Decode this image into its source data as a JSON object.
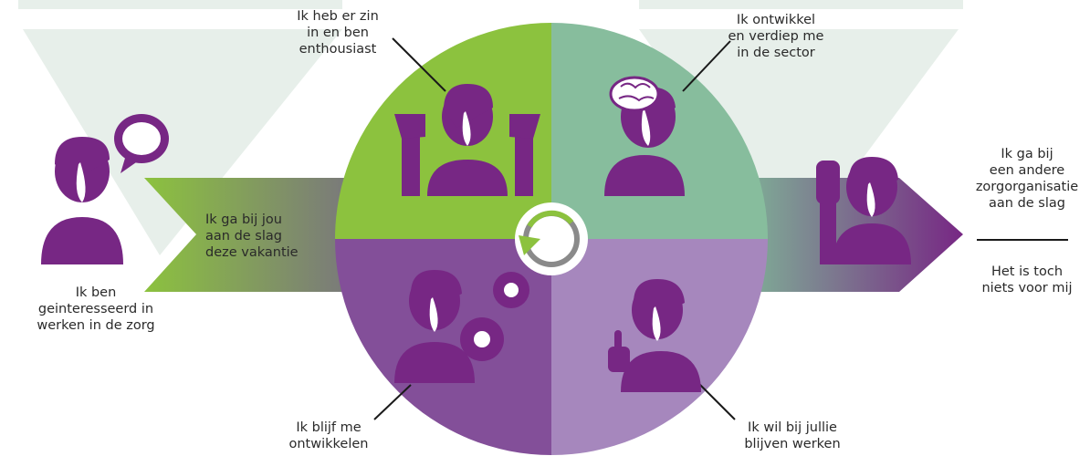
{
  "colors": {
    "purple": "#772784",
    "purple_dark": "#834f99",
    "purple_light": "#a687bd",
    "green": "#8cc23e",
    "green_light": "#87bd9d",
    "grey_green": "#e7efea",
    "center_grey": "#8a8a8a"
  },
  "labels": {
    "interested": "Ik ben\ngeinteresseerd in\nwerken in de zorg",
    "start_work": "Ik ga bij jou\naan de slag\ndeze vakantie",
    "enthusiastic": "Ik heb er zin\nin en ben\nenthousiast",
    "develop_sector": "Ik ontwikkel\nen verdiep me\nin de sector",
    "keep_developing": "Ik blijf me\nontwikkelen",
    "keep_working": "Ik wil bij jullie\nblijven werken",
    "other_org": "Ik ga bij\neen andere\nzorgorganisatie\naan de slag",
    "not_for_me": "Het is toch\nniets voor mij"
  }
}
